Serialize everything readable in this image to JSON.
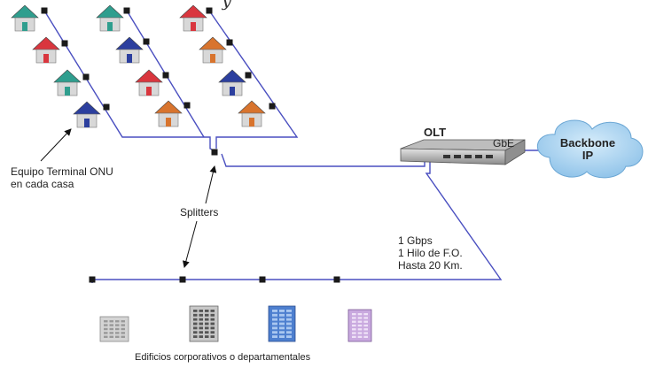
{
  "header": {
    "caption": "y"
  },
  "labels": {
    "onu": [
      "Equipo  Terminal  ONU",
      "en cada casa"
    ],
    "splitters": "Splitters",
    "olt": "OLT",
    "gbe": "GbE",
    "backbone": [
      "Backbone",
      "IP"
    ],
    "link": [
      "1 Gbps",
      "1 Hilo de F.O.",
      "Hasta 20 Km."
    ],
    "buildings": "Edificios corporativos o departamentales"
  },
  "colors": {
    "fiber": "#4a4fc0",
    "splitter": "#1a1a1a",
    "arrow": "#111111",
    "cloud": "#a9d3f0",
    "cloud_edge": "#6aa6d4",
    "house_colors": [
      "teal",
      "red",
      "teal",
      "blue",
      "teal",
      "blue",
      "red",
      "orange",
      "red",
      "orange",
      "blue",
      "orange"
    ],
    "palette": {
      "teal": "#2f9e8e",
      "red": "#d9363e",
      "blue": "#2c3f9e",
      "orange": "#d8742e"
    }
  }
}
